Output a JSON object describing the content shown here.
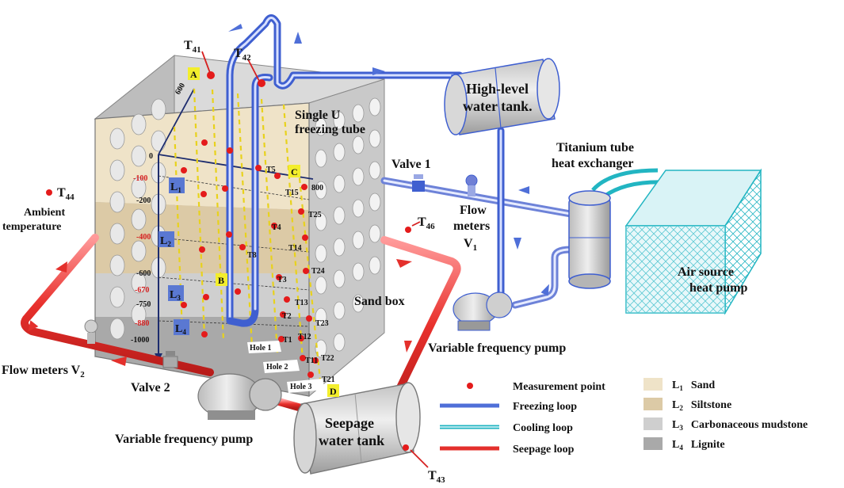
{
  "sensor_labels": {
    "t41": "T",
    "t41_sub": "41",
    "t42": "T",
    "t42_sub": "42",
    "t44": "T",
    "t44_sub": "44",
    "t46": "T",
    "t46_sub": "46",
    "t43": "T",
    "t43_sub": "43"
  },
  "inner_sensors": [
    "T5",
    "T15",
    "T25",
    "T4",
    "T14",
    "T24",
    "T8",
    "T3",
    "T13",
    "T2",
    "T23",
    "T1",
    "T12",
    "T11",
    "T22",
    "T21"
  ],
  "depth_ticks": {
    "black": [
      "0",
      "-200",
      "-600",
      "-750",
      "-1000"
    ],
    "red": [
      "-100",
      "-400",
      "-670",
      "-880"
    ]
  },
  "corner_labels": {
    "a": "A",
    "b": "B",
    "c": "C",
    "d": "D"
  },
  "dims": {
    "d600": "600",
    "d800": "800"
  },
  "layers": [
    {
      "code": "L",
      "sub": "1"
    },
    {
      "code": "L",
      "sub": "2"
    },
    {
      "code": "L",
      "sub": "3"
    },
    {
      "code": "L",
      "sub": "4"
    }
  ],
  "holes": [
    "Hole 1",
    "Hole 2",
    "Hole 3"
  ],
  "components": {
    "single_u_1": "Single U",
    "single_u_2": "freezing tube",
    "high_level_1": "High-level",
    "high_level_2": "water tank.",
    "titanium_1": "Titanium tube",
    "titanium_2": "heat exchanger",
    "valve1": "Valve 1",
    "flow_meters_1a": "Flow",
    "flow_meters_1b": "meters",
    "flow_meters_1c": "V",
    "flow_meters_1c_sub": "1",
    "air_source_1": "Air source",
    "air_source_2": "heat pump",
    "ambient_1": "Ambient",
    "ambient_2": "temperature",
    "sand_box": "Sand box",
    "vfp_right": "Variable frequency pump",
    "vfp_left": "Variable frequency pump",
    "flow_meters_2": "Flow meters V",
    "flow_meters_2_sub": "2",
    "valve2": "Valve 2",
    "seepage_1": "Seepage",
    "seepage_2": "water tank"
  },
  "legend": {
    "measurement": "Measurement point",
    "freezing": "Freezing loop",
    "cooling": "Cooling loop",
    "seepage": "Seepage loop",
    "l1": "Sand",
    "l2": "Siltstone",
    "l3": "Carbonaceous mudstone",
    "l4": "Lignite",
    "lcode": "L",
    "l1_sub": "1",
    "l2_sub": "2",
    "l3_sub": "3",
    "l4_sub": "4"
  },
  "colors": {
    "freezing": "#4f6fd8",
    "cooling": "#22b5c2",
    "seepage": "#e4302c",
    "point": "#e41b1b",
    "sand": "#efe3c8",
    "siltstone": "#dccaa6",
    "mudstone": "#cfcfcf",
    "lignite": "#a9a9a9"
  }
}
